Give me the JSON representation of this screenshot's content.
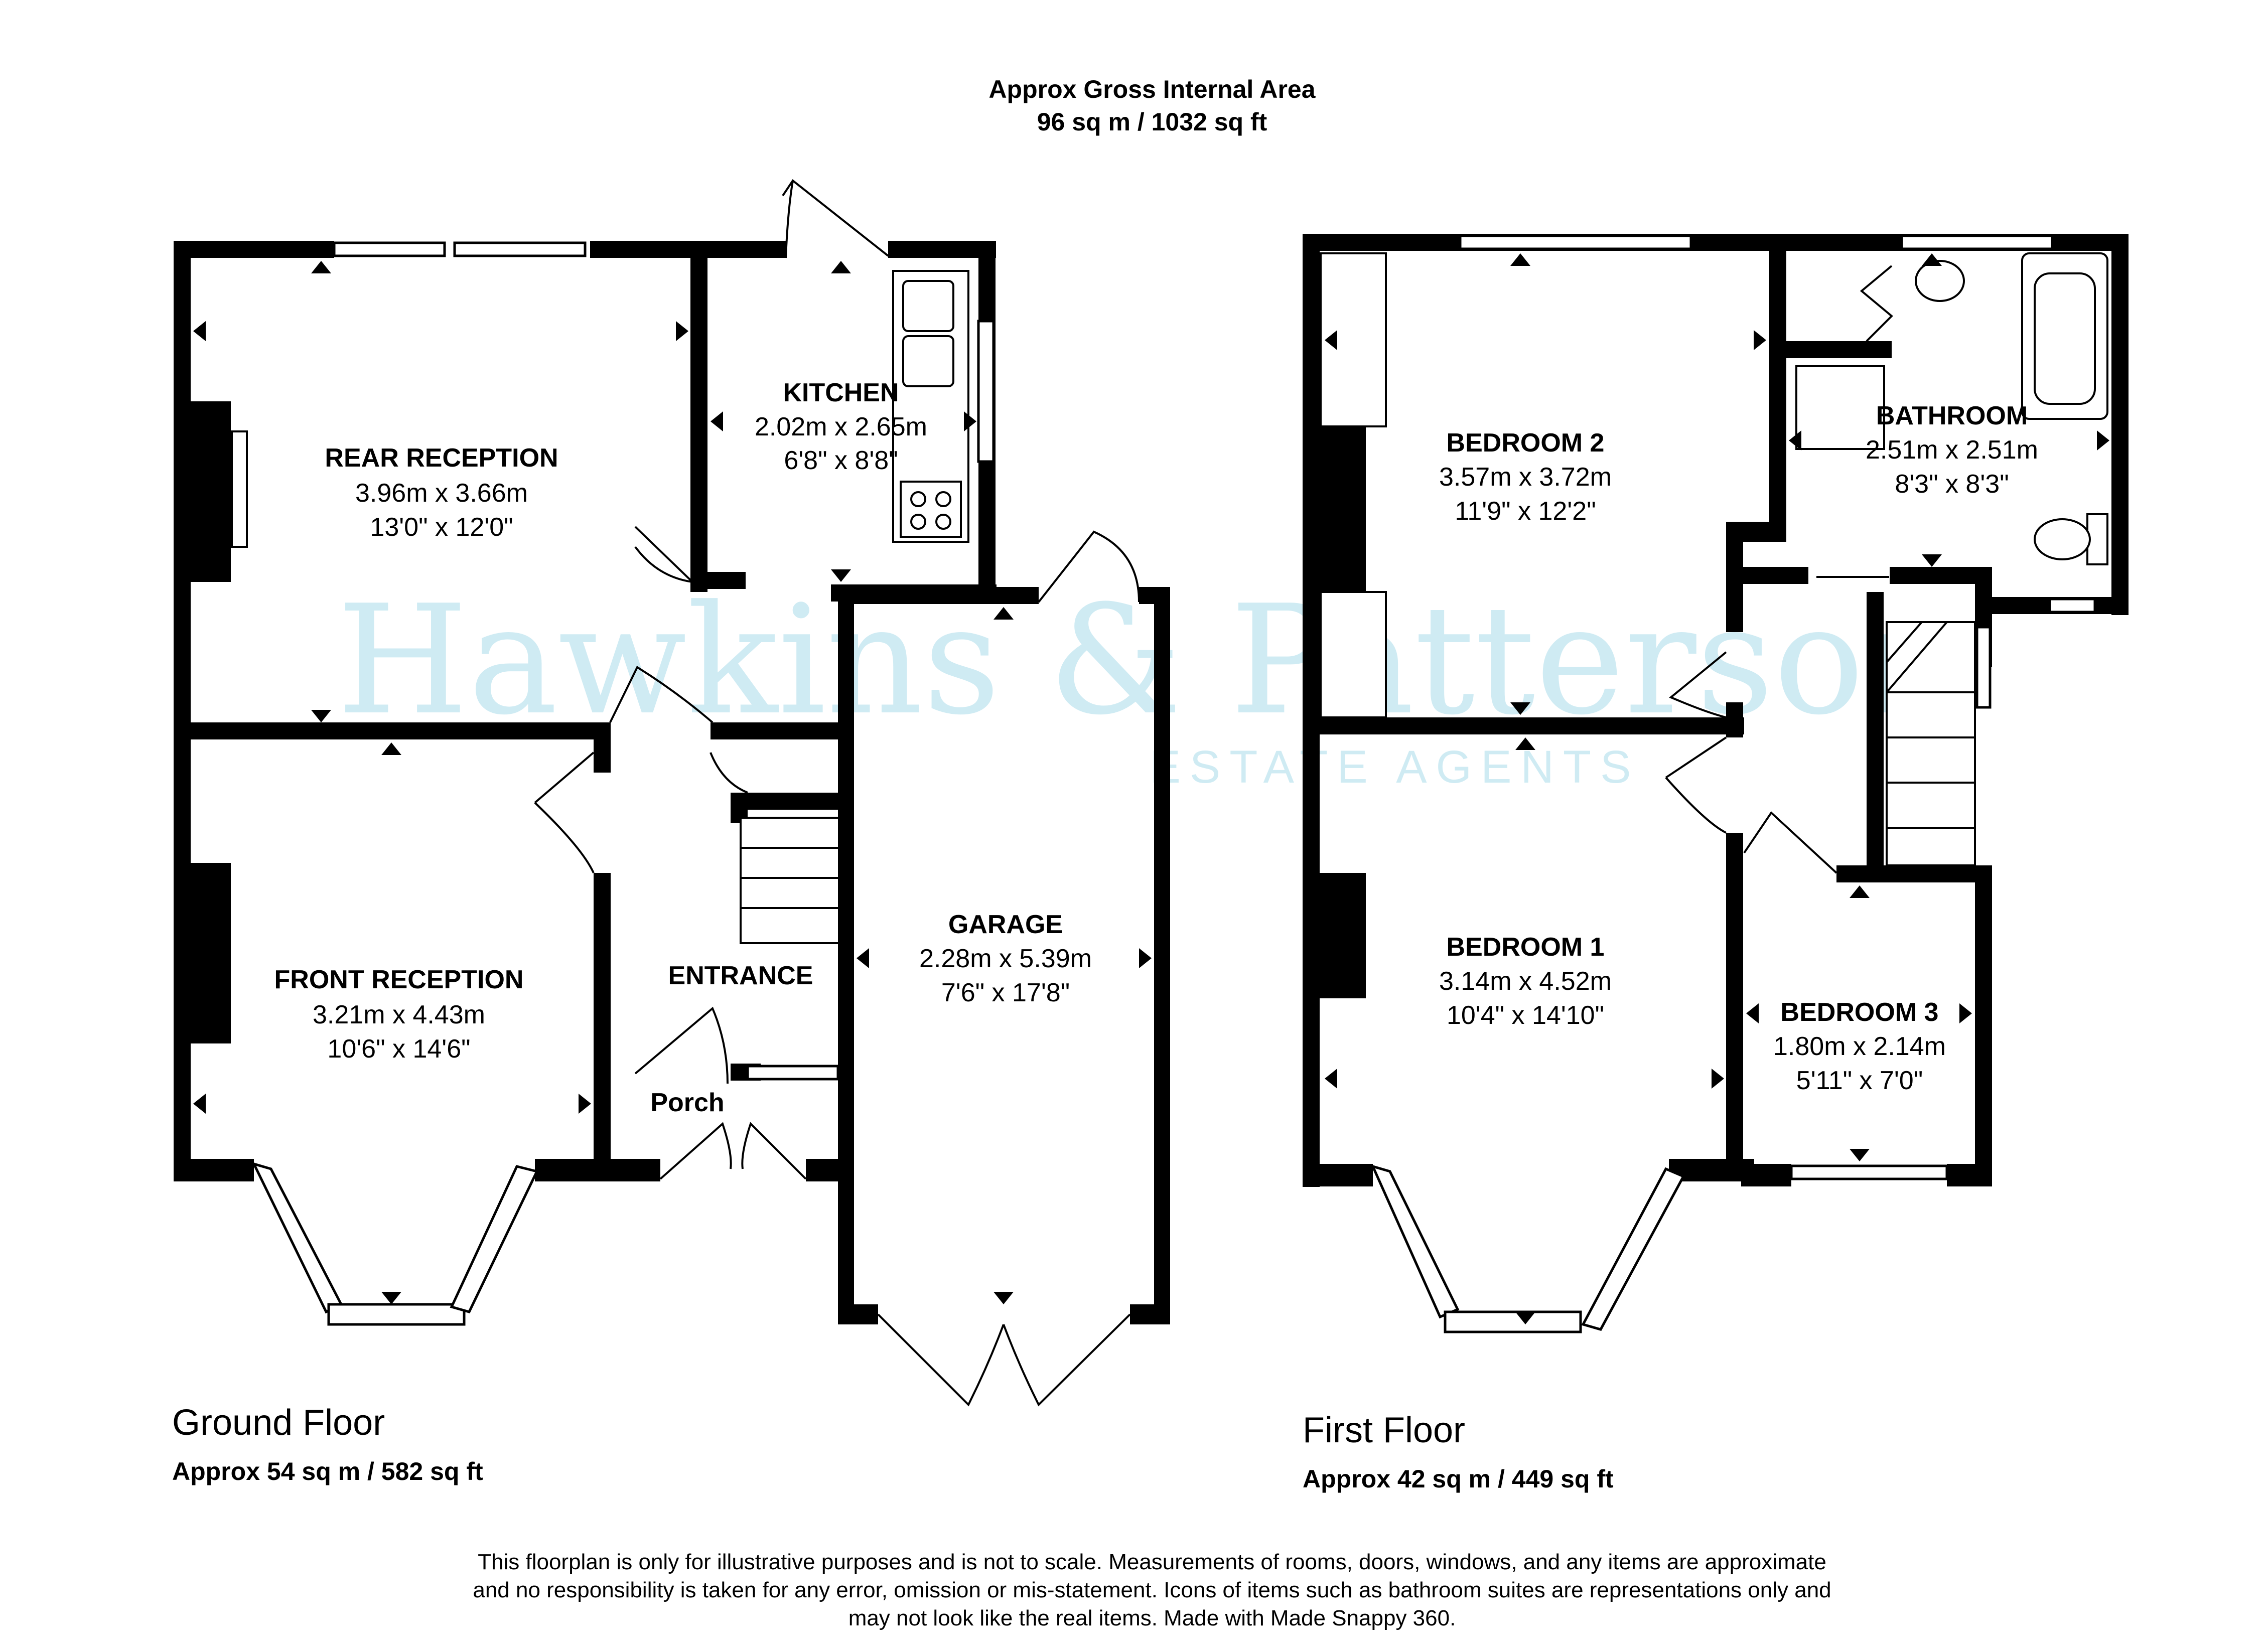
{
  "header": {
    "line1": "Approx Gross Internal Area",
    "line2": "96 sq m / 1032 sq ft"
  },
  "watermark": {
    "name": "Hawkins & Patterson",
    "sub": "ESTATE AGENTS",
    "color": "#a9dcea"
  },
  "ground_floor": {
    "title": "Ground Floor",
    "area": "Approx 54 sq m / 582 sq ft",
    "rooms": {
      "rear_reception": {
        "name": "REAR RECEPTION",
        "metric": "3.96m x 3.66m",
        "imperial": "13'0\" x 12'0\""
      },
      "kitchen": {
        "name": "KITCHEN",
        "metric": "2.02m x 2.65m",
        "imperial": "6'8\" x 8'8\""
      },
      "front_reception": {
        "name": "FRONT RECEPTION",
        "metric": "3.21m x 4.43m",
        "imperial": "10'6\" x 14'6\""
      },
      "entrance": {
        "name": "ENTRANCE"
      },
      "porch": {
        "name": "Porch"
      },
      "garage": {
        "name": "GARAGE",
        "metric": "2.28m x 5.39m",
        "imperial": "7'6\" x 17'8\""
      }
    }
  },
  "first_floor": {
    "title": "First Floor",
    "area": "Approx 42 sq m / 449 sq ft",
    "rooms": {
      "bedroom2": {
        "name": "BEDROOM 2",
        "metric": "3.57m x 3.72m",
        "imperial": "11'9\" x 12'2\""
      },
      "bathroom": {
        "name": "BATHROOM",
        "metric": "2.51m x 2.51m",
        "imperial": "8'3\" x 8'3\""
      },
      "bedroom1": {
        "name": "BEDROOM 1",
        "metric": "3.14m x 4.52m",
        "imperial": "10'4\" x 14'10\""
      },
      "bedroom3": {
        "name": "BEDROOM 3",
        "metric": "1.80m x 2.14m",
        "imperial": "5'11\" x 7'0\""
      }
    }
  },
  "disclaimer": {
    "line1": "This floorplan is only for illustrative purposes and is not to scale. Measurements of rooms, doors, windows, and any items are approximate",
    "line2": "and no responsibility is taken for any error, omission or mis-statement. Icons of items such as bathroom suites are representations only and",
    "line3": "may not look like the real items. Made with Made Snappy 360."
  }
}
